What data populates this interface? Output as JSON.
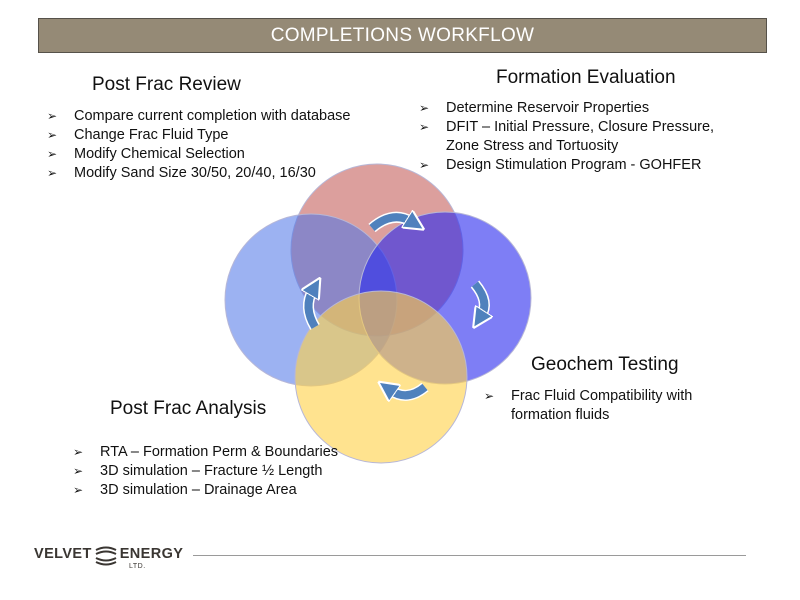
{
  "title": "COMPLETIONS WORKFLOW",
  "sections": {
    "post_frac_review": {
      "heading": "Post Frac Review",
      "bullets": [
        "Compare current completion with database",
        "Change Frac Fluid Type",
        "Modify Chemical Selection",
        "Modify Sand Size 30/50, 20/40, 16/30"
      ]
    },
    "formation_evaluation": {
      "heading": "Formation Evaluation",
      "bullets": [
        "Determine Reservoir Properties",
        "DFIT – Initial Pressure, Closure Pressure,",
        "Zone Stress and Tortuosity",
        "Design Stimulation Program - GOHFER"
      ]
    },
    "geochem_testing": {
      "heading": "Geochem Testing",
      "bullets": [
        "Frac Fluid Compatibility with",
        "formation fluids"
      ]
    },
    "post_frac_analysis": {
      "heading": "Post Frac Analysis",
      "bullets": [
        "RTA – Formation Perm & Boundaries",
        "3D simulation – Fracture ½ Length",
        "3D simulation – Drainage Area"
      ]
    }
  },
  "bullet_symbol": "➢",
  "colors": {
    "title_bar": "#958a76",
    "circle_top": "#c0504d",
    "circle_right": "#3333ee",
    "circle_bottom": "#ffd24a",
    "circle_left": "#5a7fe8",
    "cycle_arrow": "#4f81bd"
  },
  "logo": {
    "left_text": "VELVET",
    "right_text": "ENERGY",
    "sub_text": "LTD."
  }
}
